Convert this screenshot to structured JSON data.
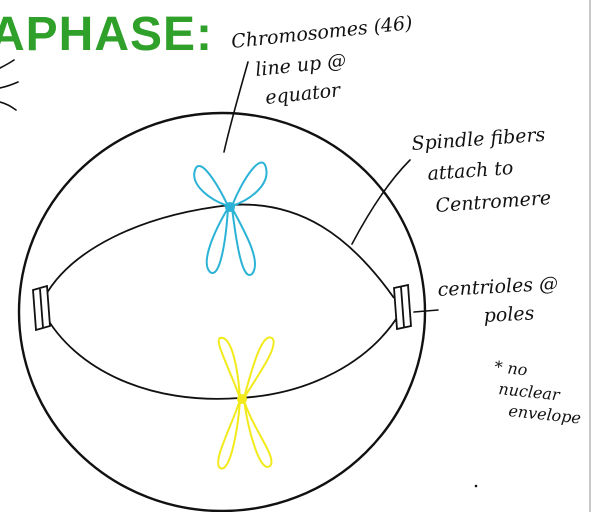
{
  "title": "APHASE:",
  "labels": {
    "chromosomes": [
      "Chromosomes (46)",
      "line up @",
      "equator"
    ],
    "spindle": [
      "Spindle fibers",
      "attach to",
      "Centromere"
    ],
    "centrioles": [
      "centrioles @",
      "poles"
    ],
    "note": [
      "* no",
      "nuclear",
      "envelope"
    ]
  },
  "colors": {
    "title": "#2fa02a",
    "ink": "#111111",
    "chromosome_top": "#2ab3d6",
    "chromosome_bottom": "#f2ea1a",
    "frame_edge": "#c9c9c9"
  }
}
